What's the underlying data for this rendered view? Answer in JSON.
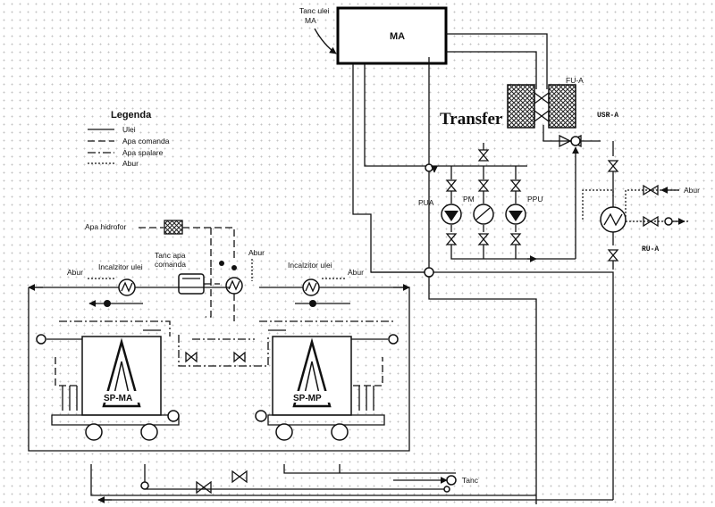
{
  "labels": {
    "tanc_ulei_ma": [
      "Tanc ulei",
      "MA"
    ],
    "ma": "MA",
    "fu_a": "FU-A",
    "transfer": "Transfer",
    "usr_a": "USR-A",
    "abur_right": "Abur",
    "ru_a": "RU-A",
    "pua": "PUA",
    "pm": "PM",
    "ppu": "PPU",
    "apa_hidrofor": "Apa hidrofor",
    "tanc_apa_comanda": [
      "Tanc apa",
      "comanda"
    ],
    "abur_center": "Abur",
    "abur_left": "Abur",
    "incalzitor_ulei_left": "Incalzitor ulei",
    "incalzitor_ulei_right": "Incalzitor ulei",
    "abur_mid": "Abur",
    "sp_ma": "SP-MA",
    "sp_mp": "SP-MP",
    "tanc_bottom": "Tanc"
  },
  "legend": {
    "title": "Legenda",
    "items": [
      {
        "style": "solid",
        "label": "Ulei"
      },
      {
        "style": "dash",
        "label": "Apa comanda"
      },
      {
        "style": "dashdot",
        "label": "Apa spalare"
      },
      {
        "style": "dot",
        "label": "Abur"
      }
    ]
  }
}
